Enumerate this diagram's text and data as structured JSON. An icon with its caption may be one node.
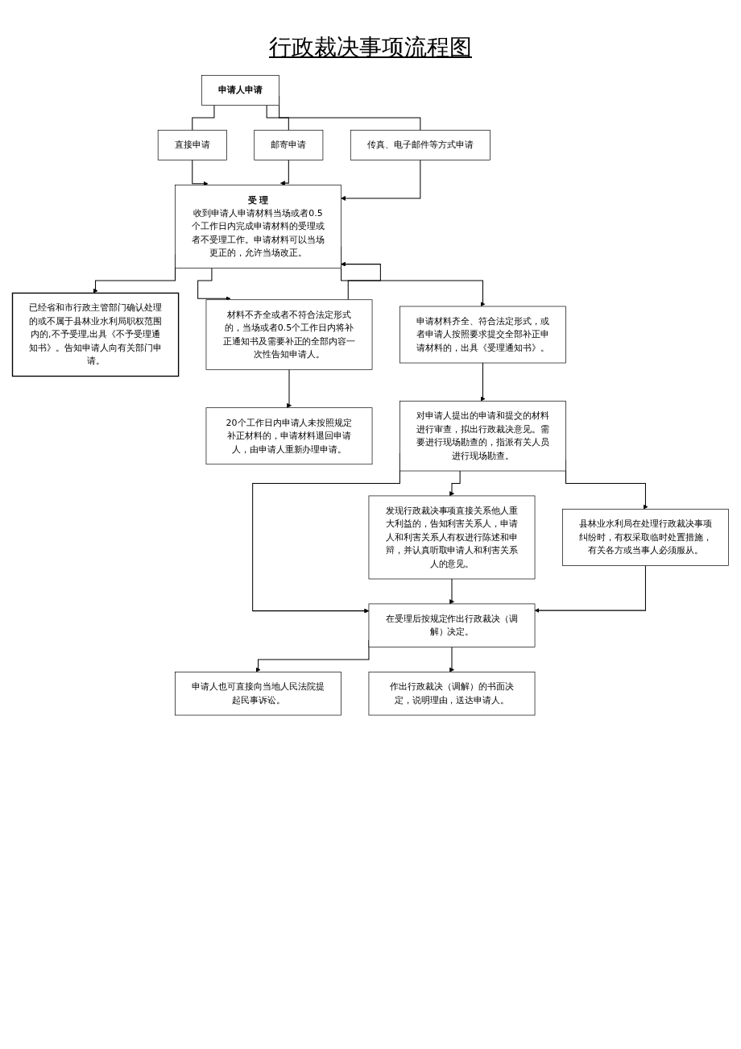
{
  "diagram": {
    "title": "行政裁决事项流程图",
    "nodes": [
      {
        "text": [
          "申请人申请"
        ]
      },
      {
        "text": [
          "直接申请"
        ]
      },
      {
        "text": [
          "邮寄申请"
        ]
      },
      {
        "text": [
          "传真、电子邮件等方式申请"
        ]
      },
      {
        "text": [
          "受 理",
          "收到申请人申请材料当场或者0.5个工作日内完成申请材料的受理或者不受理工作。申请材料可以当场更正的，允许当场改正。"
        ]
      },
      {
        "text": [
          "已经省和市行政主管部门确认处理的或不属于县林业水利局职权范围内的,不予受理,出具《不予受理通知书》。告知申请人向有关部门申请。"
        ]
      },
      {
        "text": [
          "申请材料齐全、符合法定形式，或者申请人按照要求提交全部补正申请材料的，出具《受理通知书》。"
        ]
      },
      {
        "text": [
          "材料不齐全或者不符合法定形式的，当场或者0.5个工作日内将补正通知书及需要补正的全部内容一次性告知申请人。"
        ]
      },
      {
        "text": [
          "20个工作日内申请人未按照规定补正材料的，申请材料退回申请人，由申请人重新办理申请。"
        ]
      },
      {
        "text": [
          "对申请人提出的申请和提交的材料进行审查，拟出行政裁决意见。需要进行现场勘查的，指派有关人员进行现场勘查。"
        ]
      },
      {
        "text": [
          "发现行政裁决事项直接关系他人重大利益的，告知利害关系人，申请人和利害关系人有权进行陈述和申辩，并认真听取申请人和利害关系人的意见。"
        ]
      },
      {
        "text": [
          "县林业水利局在处理行政裁决事项纠纷时，有权采取临时处置措施，有关各方或当事人必须服从。"
        ]
      },
      {
        "text": [
          "在受理后按规定作出行政裁决（调解）决定。"
        ]
      },
      {
        "text": [
          "申请人也可直接向当地人民法院提起民事诉讼。"
        ]
      },
      {
        "text": [
          "作出行政裁决（调解）的书面决定，说明理由，送达申请人。"
        ]
      }
    ],
    "edges": [
      {
        "from": 0,
        "to": 1,
        "arrow": "none"
      },
      {
        "from": 0,
        "to": 2,
        "arrow": "none"
      },
      {
        "from": 0,
        "to": 3,
        "arrow": "none"
      },
      {
        "from": 1,
        "to": 4,
        "arrow": "to"
      },
      {
        "from": 2,
        "to": 4,
        "arrow": "to"
      },
      {
        "from": 3,
        "to": 4,
        "arrow": "to"
      },
      {
        "from": 4,
        "to": 5,
        "arrow": "to"
      },
      {
        "from": 4,
        "to": 6,
        "arrow": "to"
      },
      {
        "from": 4,
        "to": 7,
        "arrow": "to"
      },
      {
        "from": 7,
        "to": 8,
        "arrow": "to"
      },
      {
        "from": 7,
        "to": 4,
        "arrow": "to"
      },
      {
        "from": 6,
        "to": 9,
        "arrow": "to"
      },
      {
        "from": 9,
        "to": 12,
        "arrow": "to"
      },
      {
        "from": 9,
        "to": 10,
        "arrow": "to"
      },
      {
        "from": 9,
        "to": 11,
        "arrow": "to"
      },
      {
        "from": 10,
        "to": 12,
        "arrow": "to"
      },
      {
        "from": 11,
        "to": 12,
        "arrow": "to"
      },
      {
        "from": 12,
        "to": 13,
        "arrow": "to"
      },
      {
        "from": 12,
        "to": 14,
        "arrow": "to"
      }
    ]
  }
}
